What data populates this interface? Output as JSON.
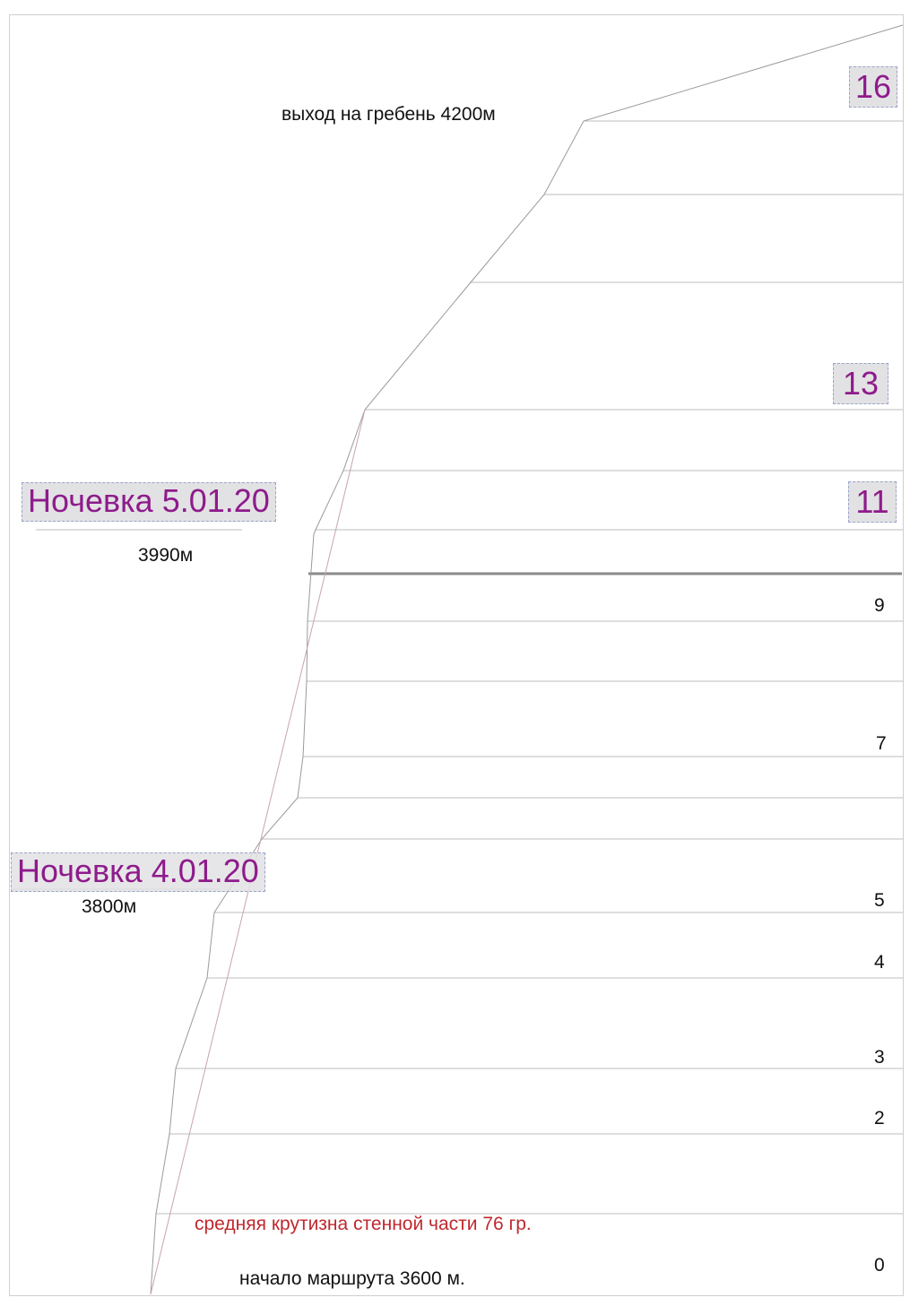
{
  "labels": {
    "ridge_exit": "выход на гребень 4200м",
    "bivouac_1": {
      "title": "Ночевка 4.01.20",
      "altitude": "3800м"
    },
    "bivouac_2": {
      "title": "Ночевка 5.01.20",
      "altitude": "3990м"
    },
    "steepness": "средняя крутизна стенной части 76 гр.",
    "route_start": "начало маршрута 3600 м."
  },
  "pitch_numbers": {
    "p0": "0",
    "p2": "2",
    "p3": "3",
    "p4": "4",
    "p5": "5",
    "p7": "7",
    "p9": "9",
    "p11": "11",
    "p13": "13",
    "p16": "16"
  },
  "colors": {
    "bivouac_text": "#8e1b8b",
    "steepness_text": "#c0282d",
    "profile_line": "#9a9a9a",
    "steepness_line": "#c9a2b4"
  }
}
